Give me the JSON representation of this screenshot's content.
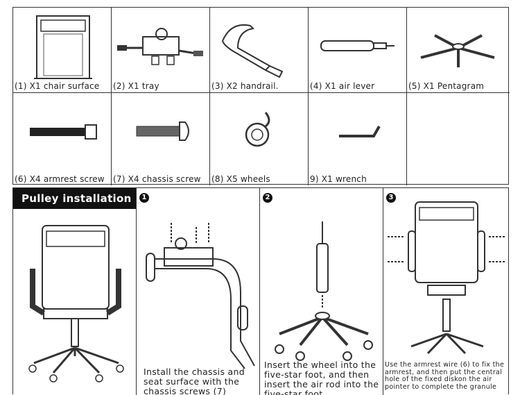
{
  "parts": [
    {
      "label": "(1) X1 chair surface",
      "icon": "chair-surface-icon"
    },
    {
      "label": "(2) X1 tray",
      "icon": "tray-icon"
    },
    {
      "label": "(3) X2 handrail.",
      "icon": "handrail-icon"
    },
    {
      "label": "(4) X1 air lever",
      "icon": "air-lever-icon"
    },
    {
      "label": "(5) X1 Pentagram",
      "icon": "pentagram-base-icon"
    },
    {
      "label": "(6) X4 armrest screw",
      "icon": "armrest-screw-icon"
    },
    {
      "label": "(7) X4 chassis screw",
      "icon": "chassis-screw-icon"
    },
    {
      "label": "(8) X5 wheels",
      "icon": "wheel-icon"
    },
    {
      "label": "9) X1 wrench",
      "icon": "wrench-icon"
    },
    {
      "label": "",
      "icon": ""
    }
  ],
  "installation": {
    "title": "Pulley installation",
    "steps": [
      {
        "number": "1",
        "caption": "Install the chassis and seat surface with the chassis screws (7)"
      },
      {
        "number": "2",
        "caption": "Insert the wheel into the five-star foot, and then insert the air rod into the five-star foot"
      },
      {
        "number": "3",
        "caption": "Use the armrest wire (6) to fix the armrest, and then put the central hole of the fixed diskon the air pointer to complete the granule"
      }
    ]
  }
}
